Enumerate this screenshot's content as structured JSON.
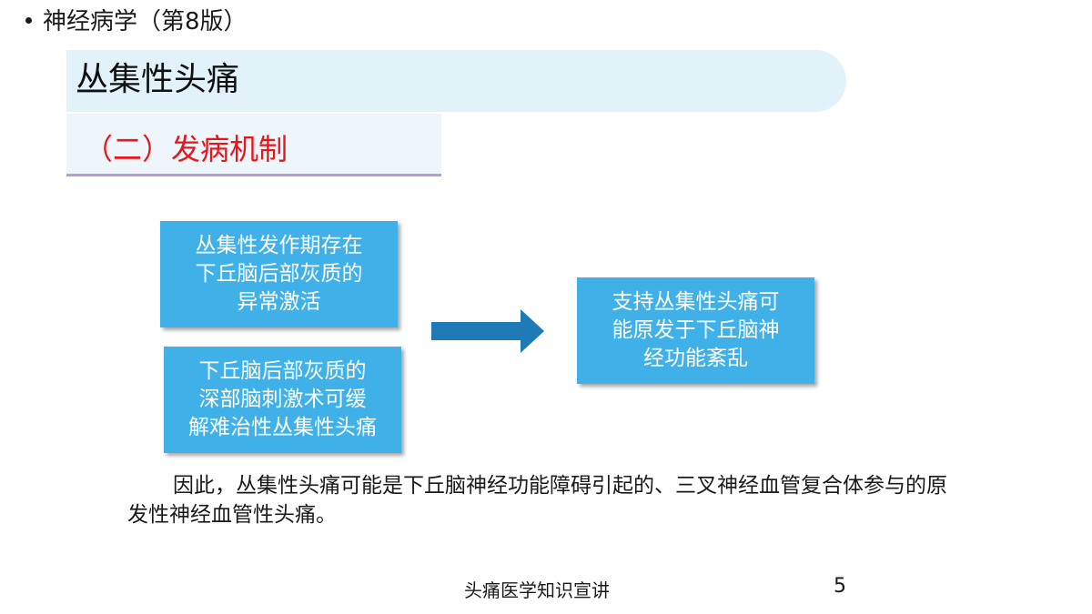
{
  "header": {
    "book_title": "神经病学（第8版）"
  },
  "slide": {
    "title": "丛集性头痛",
    "subtitle": "（二）发病机制"
  },
  "boxes": [
    {
      "lines": [
        "丛集性发作期存在",
        "下丘脑后部灰质的",
        "异常激活"
      ]
    },
    {
      "lines": [
        "下丘脑后部灰质的",
        "深部脑刺激术可缓",
        "解难治性丛集性头痛"
      ]
    },
    {
      "lines": [
        "支持丛集性头痛可",
        "能原发于下丘脑神",
        "经功能紊乱"
      ]
    }
  ],
  "conclusion": "因此，丛集性头痛可能是下丘脑神经功能障碍引起的、三叉神经血管复合体参与的原发性神经血管性头痛。",
  "footer": {
    "text": "头痛医学知识宣讲",
    "page_number": "5"
  },
  "colors": {
    "box_fill": "#3fb1e8",
    "arrow_fill": "#1e7bb8",
    "title_band": "#e1f2f9",
    "subtitle_text": "#e8151b",
    "subtitle_underline": "#b89ad6"
  }
}
